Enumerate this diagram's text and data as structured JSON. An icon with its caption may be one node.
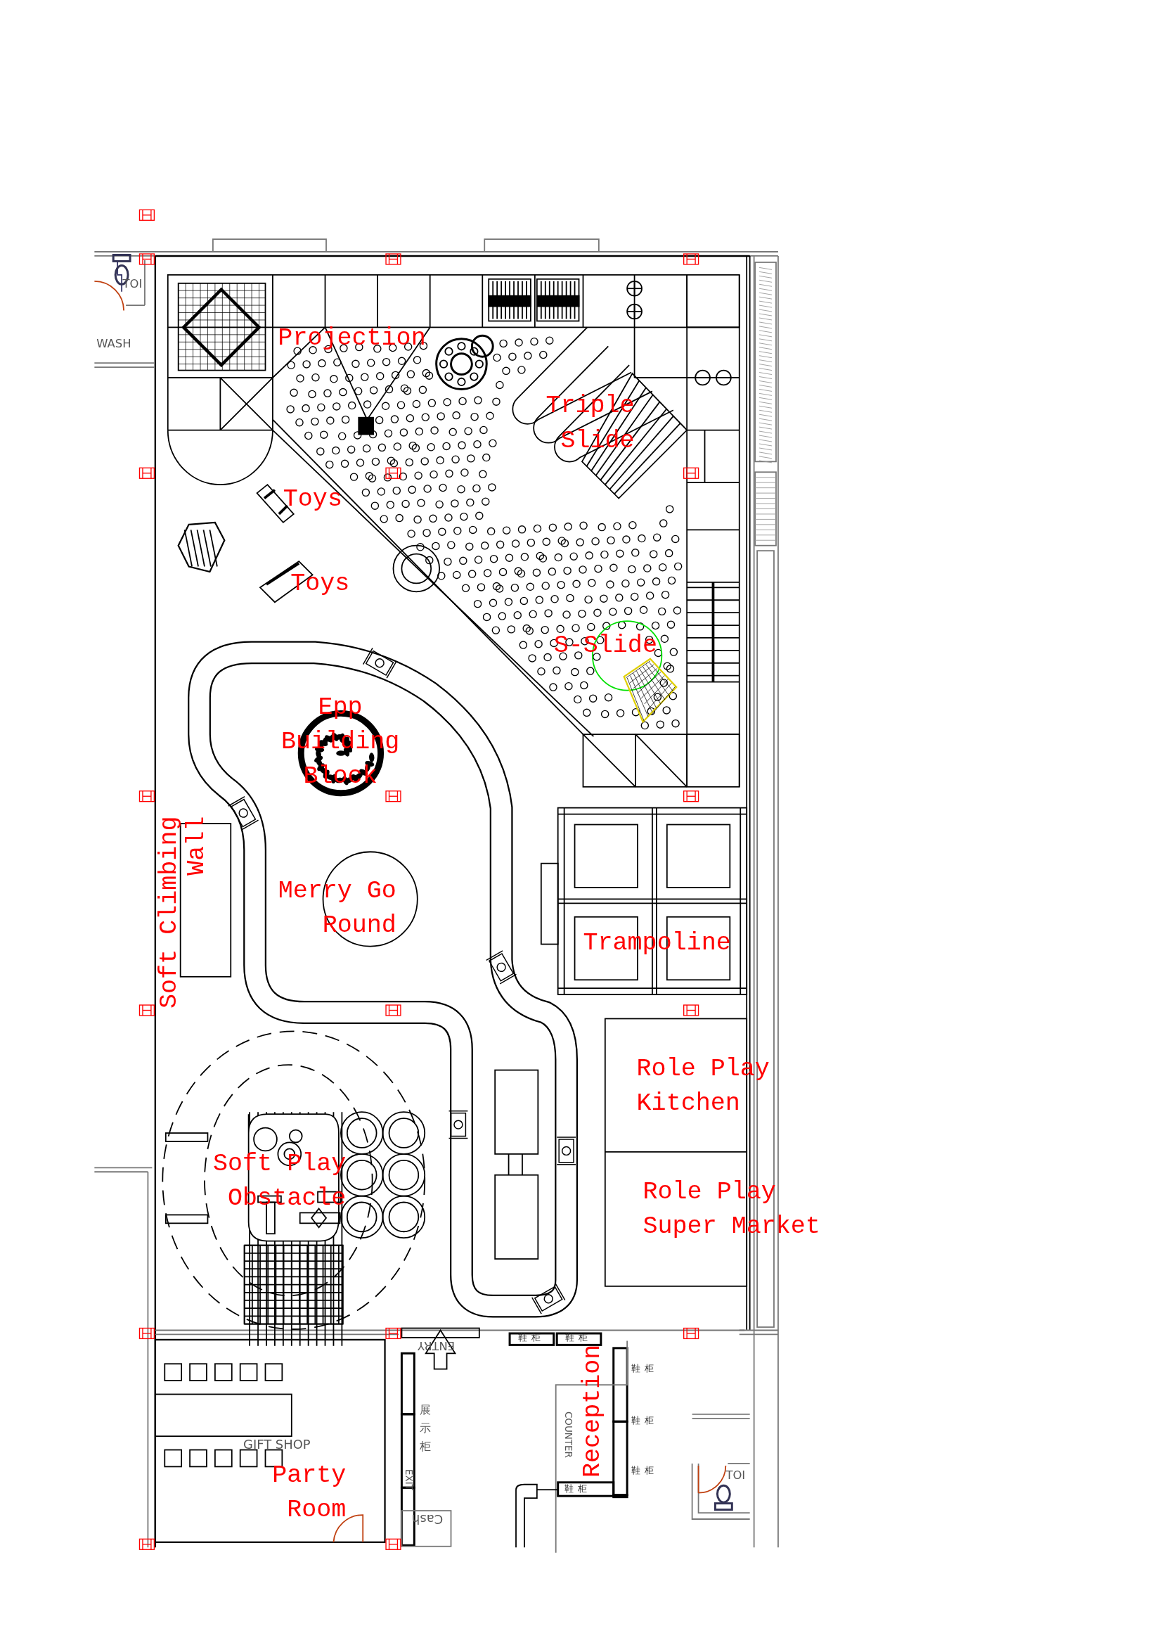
{
  "diagram": {
    "labels": [
      "Projection",
      "Triple Slide",
      "Toys",
      "Toys",
      "S-Slide",
      "Epp Building Block",
      "Soft Climbing Wall",
      "Merry Go Round",
      "Trampoline",
      "Role Play Kitchen",
      "Soft Play Obstacle",
      "Role Play Super Market",
      "Party Room",
      "Reception",
      "TOI",
      "WASH",
      "ENTRY",
      "鞋柜",
      "鞋柜",
      "鞋柜",
      "鞋柜",
      "鞋柜",
      "鞋柜",
      "展示柜",
      "COUNTER",
      "GIFT SHOP",
      "EXIT",
      "Cash",
      "TOI"
    ]
  }
}
